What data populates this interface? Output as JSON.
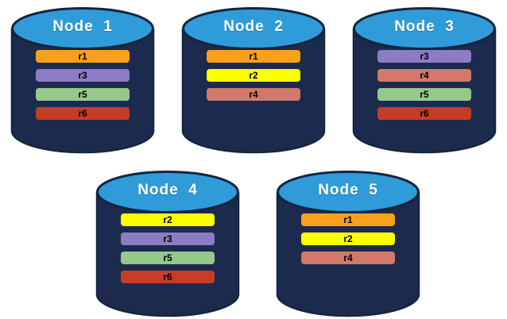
{
  "diagram": {
    "description": "Database nodes with replica placement"
  },
  "colors": {
    "canvas_bg": "#ffffff",
    "cylinder_body": "#1C2B4D",
    "cylinder_top": "#2F9CD9",
    "cylinder_outline": "#132540",
    "title_text": "#ffffff",
    "bar_text": "#000000"
  },
  "replica_colors": {
    "r1": "#F9A11C",
    "r2": "#FCFF00",
    "r3": "#8C7CC6",
    "r4": "#D2796B",
    "r5": "#97C88B",
    "r6": "#C63C26"
  },
  "nodes": [
    {
      "label": "Node  1",
      "replicas": [
        "r1",
        "r3",
        "r5",
        "r6"
      ]
    },
    {
      "label": "Node  2",
      "replicas": [
        "r1",
        "r2",
        "r4"
      ]
    },
    {
      "label": "Node  3",
      "replicas": [
        "r3",
        "r4",
        "r5",
        "r6"
      ]
    },
    {
      "label": "Node  4",
      "replicas": [
        "r2",
        "r3",
        "r5",
        "r6"
      ]
    },
    {
      "label": "Node  5",
      "replicas": [
        "r1",
        "r2",
        "r4"
      ]
    }
  ]
}
